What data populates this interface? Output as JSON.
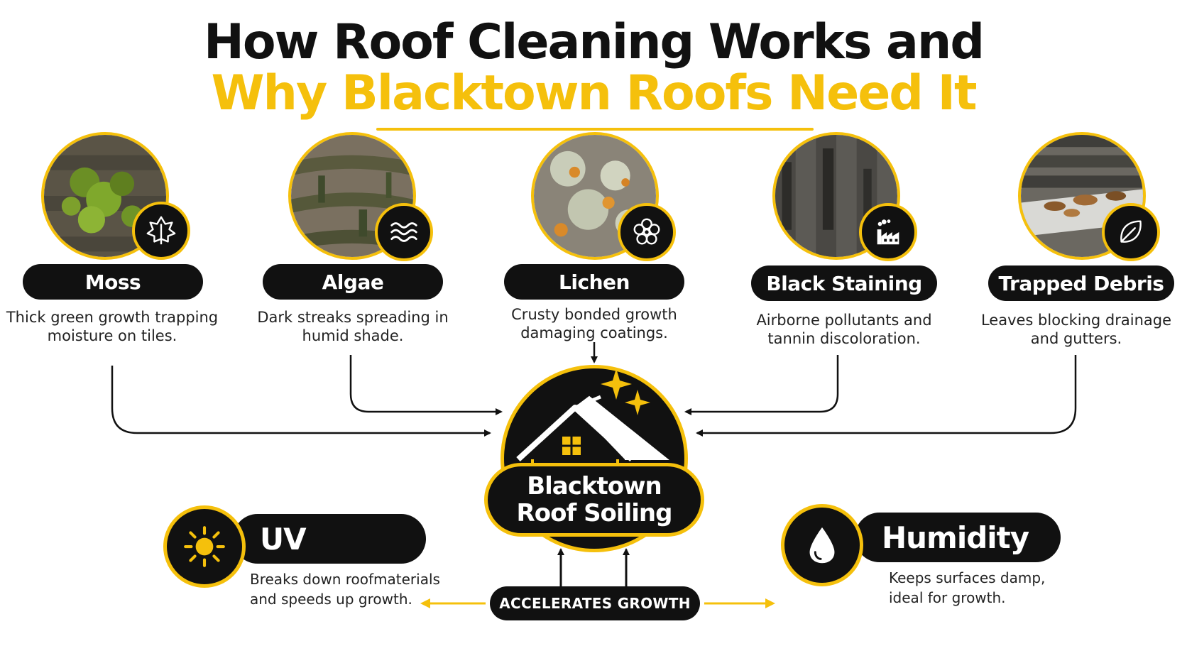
{
  "title": {
    "line1": "How Roof Cleaning Works and",
    "line2": "Why Blacktown Roofs Need It"
  },
  "colors": {
    "accent": "#f5c00c",
    "dark": "#111111"
  },
  "causes": [
    {
      "label": "Moss",
      "desc": "Thick green growth trapping moisture on tiles.",
      "icon": "leaf-outline-icon"
    },
    {
      "label": "Algae",
      "desc": "Dark streaks spreading in humid shade.",
      "icon": "waves-icon"
    },
    {
      "label": "Lichen",
      "desc": "Crusty bonded growth damaging coatings.",
      "icon": "lichen-flower-icon"
    },
    {
      "label": "Black Staining",
      "desc": "Airborne pollutants and tannin discoloration.",
      "icon": "factory-icon"
    },
    {
      "label": "Trapped Debris",
      "desc": "Leaves blocking drainage and gutters.",
      "icon": "leaf-icon"
    }
  ],
  "hub": {
    "line1": "Blacktown",
    "line2": "Roof Soiling",
    "icon": "house-roof-icon"
  },
  "factors": [
    {
      "label": "UV",
      "desc_line1": "Breaks down roofmaterials",
      "desc_line2": "and speeds up growth.",
      "icon": "sun-icon"
    },
    {
      "label": "Humidity",
      "desc_line1": "Keeps surfaces damp,",
      "desc_line2": "ideal for growth.",
      "icon": "water-drop-icon"
    }
  ],
  "accelerates": "ACCELERATES GROWTH"
}
